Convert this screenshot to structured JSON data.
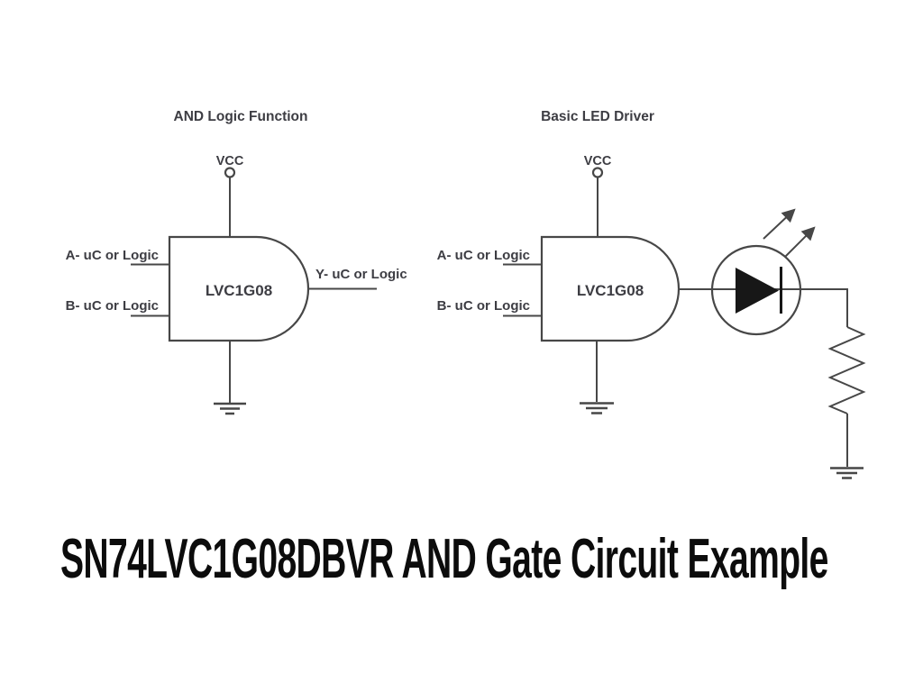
{
  "page": {
    "caption": "SN74LVC1G08DBVR AND Gate Circuit Example",
    "background": "#ffffff"
  },
  "left_circuit": {
    "title": "AND Logic Function",
    "vcc_label": "VCC",
    "gate_label": "LVC1G08",
    "input_a": "A- uC or Logic",
    "input_b": "B- uC or Logic",
    "output": "Y- uC or Logic",
    "symbols": [
      "and-gate",
      "vcc-terminal",
      "ground"
    ]
  },
  "right_circuit": {
    "title": "Basic LED Driver",
    "vcc_label": "VCC",
    "gate_label": "LVC1G08",
    "input_a": "A- uC or Logic",
    "input_b": "B- uC or Logic",
    "symbols": [
      "and-gate",
      "vcc-terminal",
      "ground",
      "led",
      "light-emission-arrows",
      "resistor",
      "ground"
    ]
  },
  "colors": {
    "line": "#474747",
    "label_text": "#3d3d43",
    "caption_text": "#0c0c0c",
    "led_fill": "#171717",
    "background": "#ffffff"
  }
}
